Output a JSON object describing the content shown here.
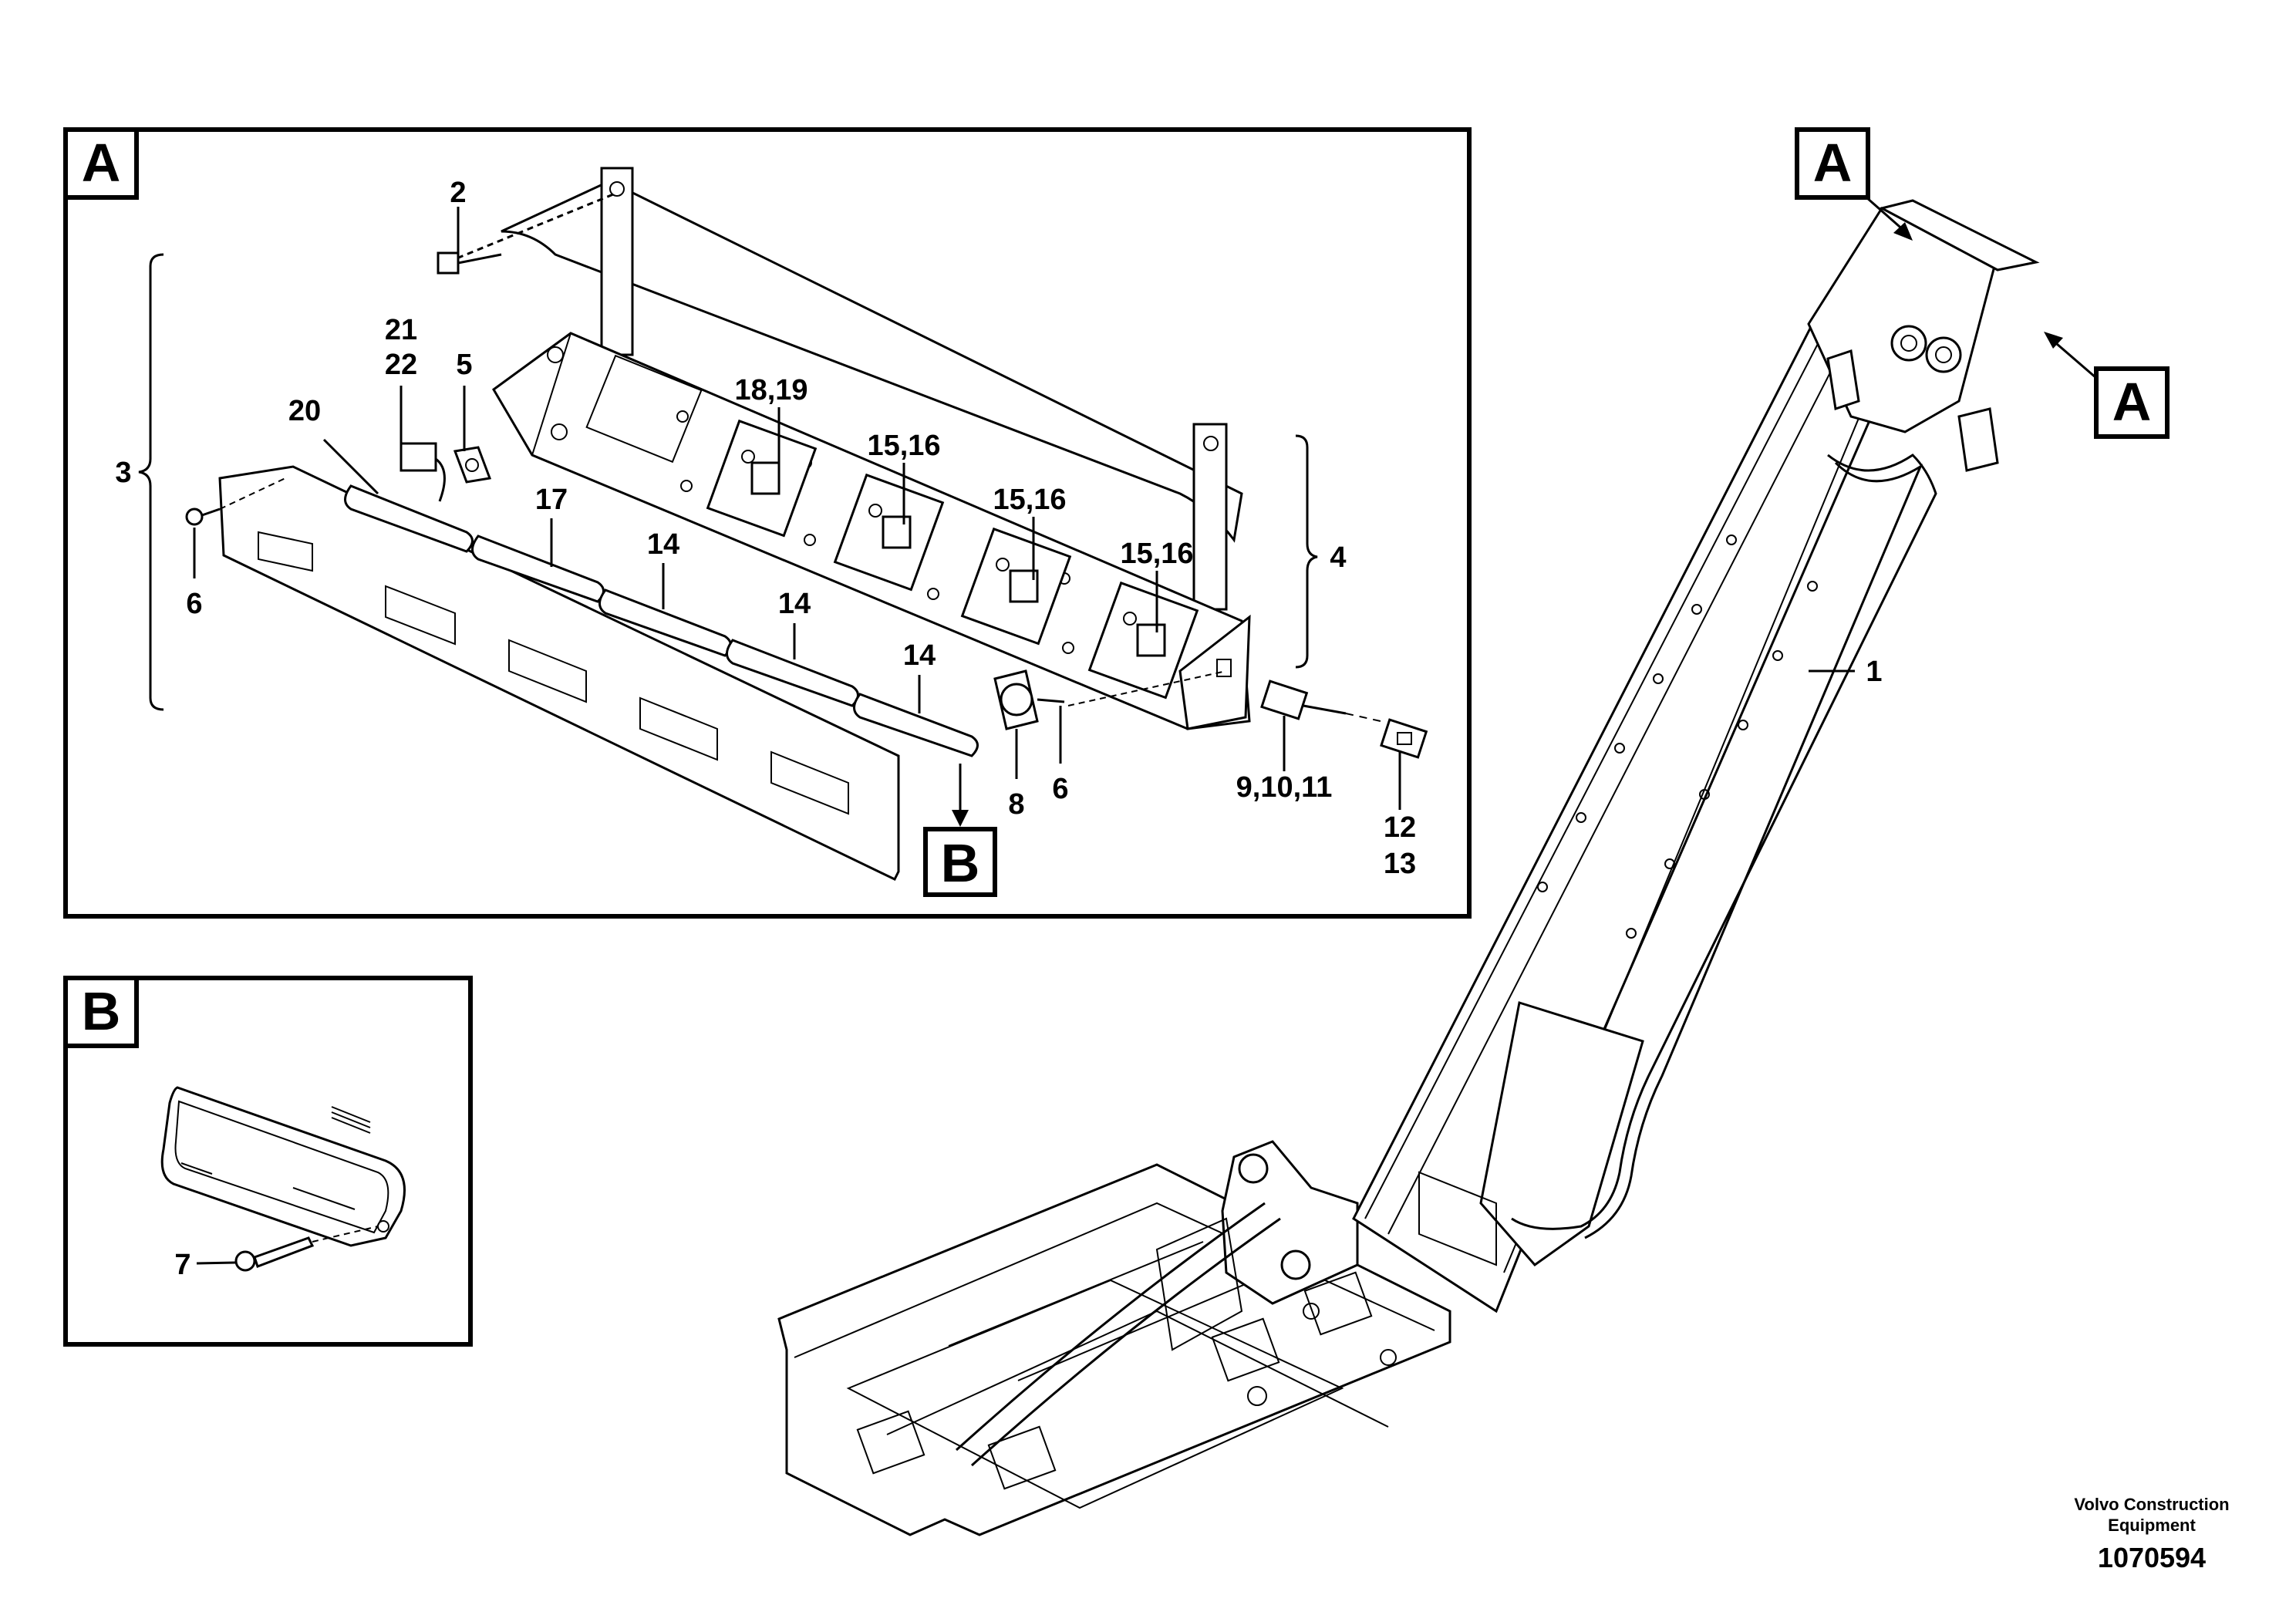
{
  "detail_a": {
    "letter": "A",
    "callouts": {
      "c2": "2",
      "c21": "21",
      "c22": "22",
      "c5": "5",
      "c20": "20",
      "c3": "3",
      "c6a": "6",
      "c17": "17",
      "c14a": "14",
      "c14b": "14",
      "c14c": "14",
      "c1819": "18,19",
      "c1516a": "15,16",
      "c1516b": "15,16",
      "c1516c": "15,16",
      "c4": "4",
      "c8": "8",
      "c6b": "6",
      "c91011": "9,10,11",
      "c12": "12",
      "c13": "13"
    },
    "ref_b_letter": "B"
  },
  "detail_b": {
    "letter": "B",
    "callouts": {
      "c7": "7"
    }
  },
  "main_view": {
    "ref_a_top": "A",
    "ref_a_side": "A",
    "callout_1": "1"
  },
  "footer": {
    "company_line1": "Volvo Construction",
    "company_line2": "Equipment",
    "figure_number": "1070594"
  }
}
